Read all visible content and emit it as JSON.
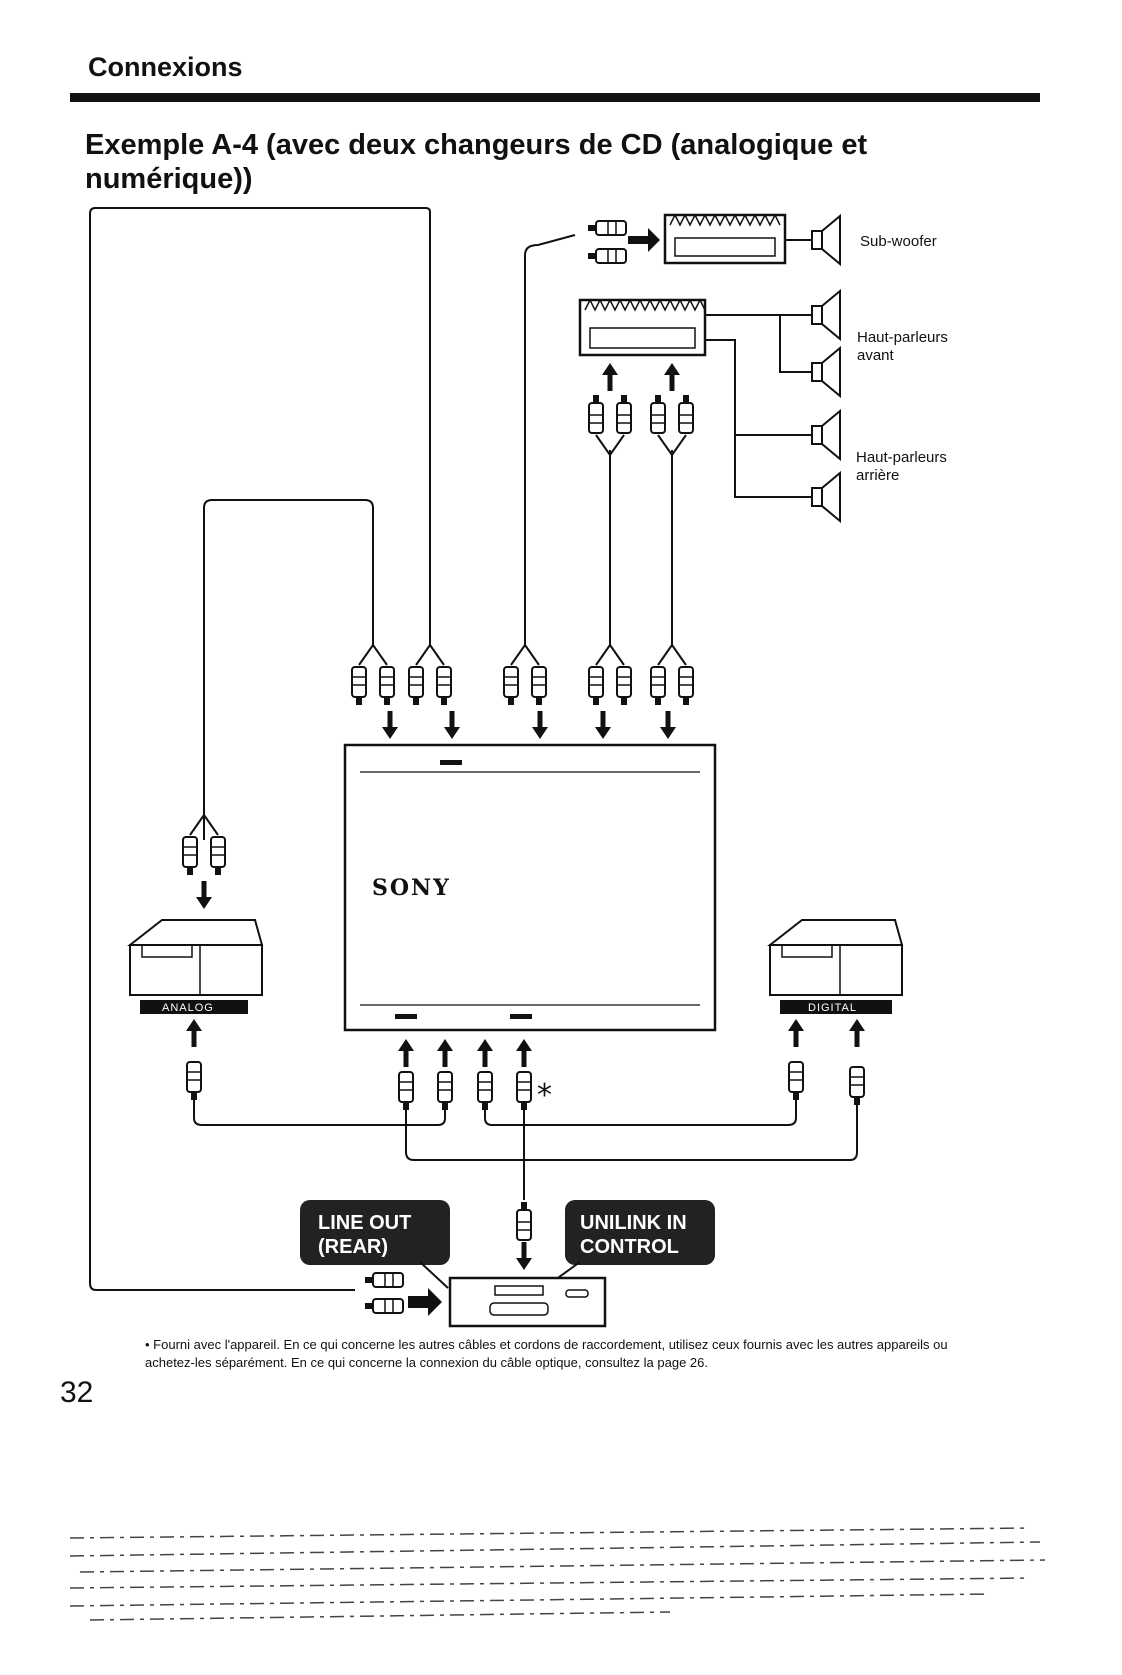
{
  "header": {
    "section_title": "Connexions",
    "example_title": "Exemple A-4 (avec deux changeurs de CD (analogique et numérique))"
  },
  "diagram": {
    "labels": {
      "subwoofer": "Sub-woofer",
      "front_line1": "Haut-parleurs",
      "front_line2": "avant",
      "rear_line1": "Haut-parleurs",
      "rear_line2": "arrière"
    },
    "unit_brand": "SONY",
    "changers": {
      "analog": "ANALOG",
      "digital": "DIGITAL"
    },
    "badges": {
      "line_out_1": "LINE OUT",
      "line_out_2": "(REAR)",
      "unilink_1": "UNILINK IN",
      "unilink_2": "CONTROL"
    },
    "asterisk": "*"
  },
  "footnote": "• Fourni avec l'appareil. En ce qui concerne les autres câbles et cordons de raccordement, utilisez ceux fournis avec les autres appareils ou achetez-les séparément. En ce qui concerne la connexion du câble optique, consultez la page 26.",
  "page_number": "32"
}
